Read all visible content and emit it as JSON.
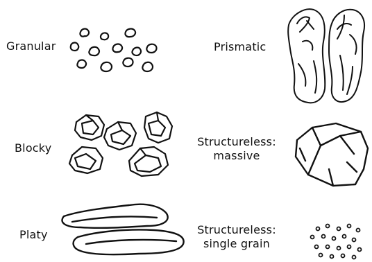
{
  "diagram": {
    "structures": {
      "granular": {
        "label": "Granular"
      },
      "prismatic": {
        "label": "Prismatic"
      },
      "blocky": {
        "label": "Blocky"
      },
      "massive": {
        "line1": "Structureless:",
        "line2": "massive"
      },
      "platy": {
        "label": "Platy"
      },
      "single_grain": {
        "line1": "Structureless:",
        "line2": "single grain"
      }
    }
  }
}
